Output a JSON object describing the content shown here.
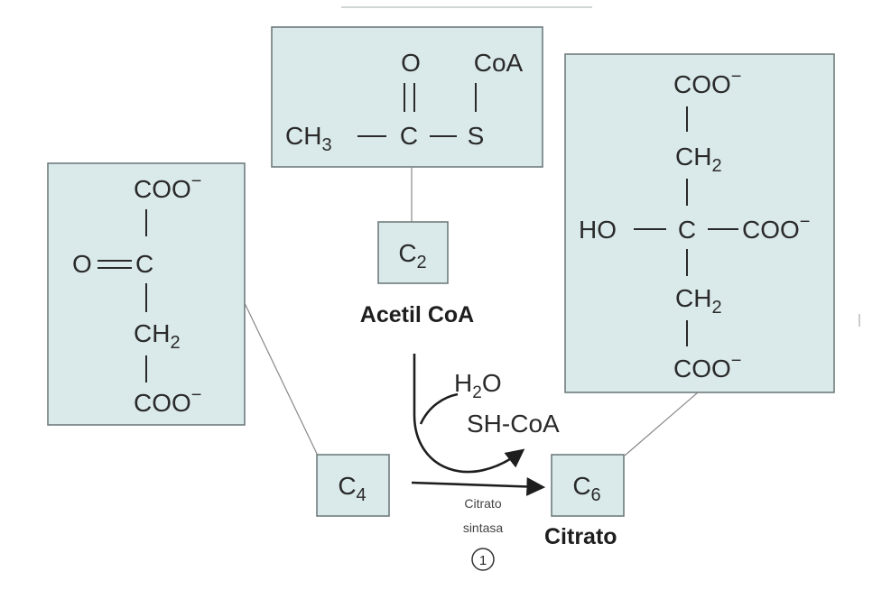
{
  "acetyl": {
    "atoms": {
      "o": "O",
      "coa": "CoA",
      "ch3": "CH",
      "ch3_sub": "3",
      "c": "C",
      "s": "S"
    },
    "carbon_box": {
      "c": "C",
      "n": "2"
    },
    "name": "Acetil CoA"
  },
  "oxaloacetate": {
    "atoms": {
      "coo_top": "COO",
      "o": "O",
      "c": "C",
      "ch2": "CH",
      "ch2_sub": "2",
      "coo_bottom": "COO"
    },
    "carbon_box": {
      "c": "C",
      "n": "4"
    }
  },
  "citrate": {
    "atoms": {
      "coo_top": "COO",
      "ch2_top": "CH",
      "ch2_top_sub": "2",
      "ho": "HO",
      "c": "C",
      "coo_right": "COO",
      "ch2_bottom": "CH",
      "ch2_bottom_sub": "2",
      "coo_bottom": "COO"
    },
    "carbon_box": {
      "c": "C",
      "n": "6"
    },
    "name": "Citrato"
  },
  "reaction": {
    "water": {
      "h": "H",
      "sub": "2",
      "o": "O"
    },
    "product": "SH-CoA",
    "enzyme_line1": "Citrato",
    "enzyme_line2": "sintasa",
    "step": "1"
  },
  "charge_symbol": "−",
  "colors": {
    "box_fill": "#dae9ea",
    "box_stroke": "#6f7c7d",
    "text": "#2a2a2a"
  }
}
